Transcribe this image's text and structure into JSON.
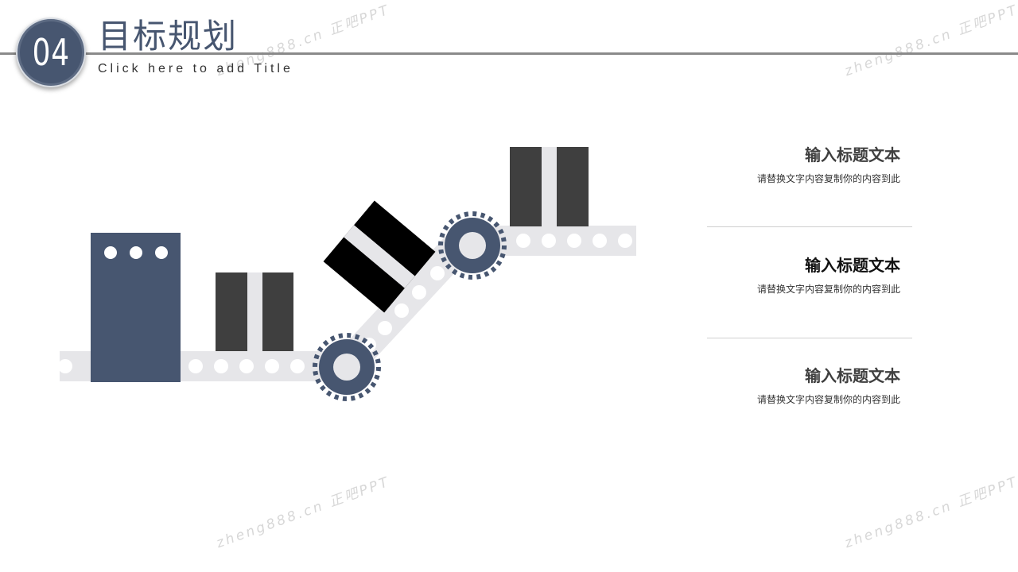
{
  "header": {
    "badge_number": "04",
    "title": "目标规划",
    "subtitle": "Click here to add Title"
  },
  "watermarks": [
    "zheng888.cn 正吧PPT",
    "zheng888.cn 正吧PPT",
    "zheng888.cn 正吧PPT",
    "zheng888.cn 正吧PPT"
  ],
  "items": [
    {
      "title": "输入标题文本",
      "desc": "请替换文字内容复制你的内容到此"
    },
    {
      "title": "输入标题文本",
      "desc": "请替换文字内容复制你的内容到此"
    },
    {
      "title": "输入标题文本",
      "desc": "请替换文字内容复制你的内容到此"
    }
  ],
  "colors": {
    "navy": "#475670",
    "belt": "#e6e6e9",
    "box_dark": "#3f3f3f",
    "box_black": "#000000"
  },
  "icons": [
    "conveyor-belt-illustration",
    "gear-icon",
    "machine-icon",
    "package-icon"
  ]
}
